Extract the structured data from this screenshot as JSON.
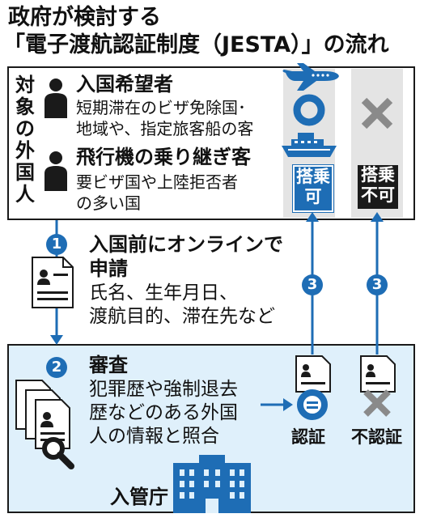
{
  "header": {
    "title_line1": "政府が検討する",
    "title_line2": "「電子渡航認証制度（JESTA）」の流れ"
  },
  "targets": {
    "label": "対象の外国人",
    "groups": [
      {
        "heading": "入国希望者",
        "lines": [
          "短期滞在のビザ免除国･",
          "地域や、指定旅客船の客"
        ]
      },
      {
        "heading": "飛行機の乗り継ぎ客",
        "lines": [
          "要ビザ国や上陸拒否者",
          "の多い国"
        ]
      }
    ],
    "boarding_ok": "搭乗可",
    "boarding_ok_lines": [
      "搭乗",
      "可"
    ],
    "boarding_ng": "搭乗不可",
    "boarding_ng_lines": [
      "搭乗",
      "不可"
    ]
  },
  "steps": [
    {
      "number": "1",
      "heading_lines": [
        "入国前にオンラインで",
        "申請"
      ],
      "detail_lines": [
        "氏名、生年月日、",
        "渡航目的、滞在先など"
      ]
    },
    {
      "number": "2",
      "heading": "審査",
      "detail_lines": [
        "犯罪歴や強制退去",
        "歴などのある外国",
        "人の情報と照合"
      ]
    },
    {
      "number": "3"
    }
  ],
  "results": {
    "approved": "認証",
    "rejected": "不認証"
  },
  "agency": "入管庁",
  "colors": {
    "blue": "#1e6db5",
    "light_blue": "#dff0fb",
    "gray_column": "#e4e4e4",
    "dark": "#1a1a1a",
    "x_gray": "#8a8a8a"
  }
}
